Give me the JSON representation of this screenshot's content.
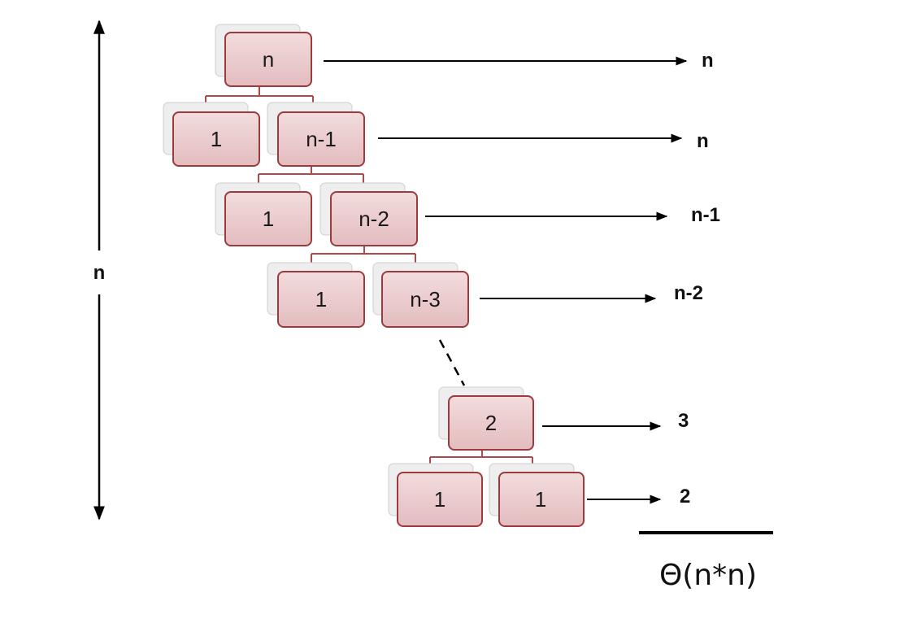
{
  "nodes": {
    "root": "n",
    "l1_left": "1",
    "l1_right": "n-1",
    "l2_left": "1",
    "l2_right": "n-2",
    "l3_left": "1",
    "l3_right": "n-3",
    "l4": "2",
    "l5_left": "1",
    "l5_right": "1"
  },
  "level_costs": [
    "n",
    "n",
    "n-1",
    "n-2",
    "3",
    "2"
  ],
  "height_label": "n",
  "total": "Θ(n*n)",
  "colors": {
    "node_fill": "#e9c9cb",
    "node_border": "#9c3a3e",
    "connector": "#b0484c",
    "shadow_card": "#eeeeee"
  }
}
